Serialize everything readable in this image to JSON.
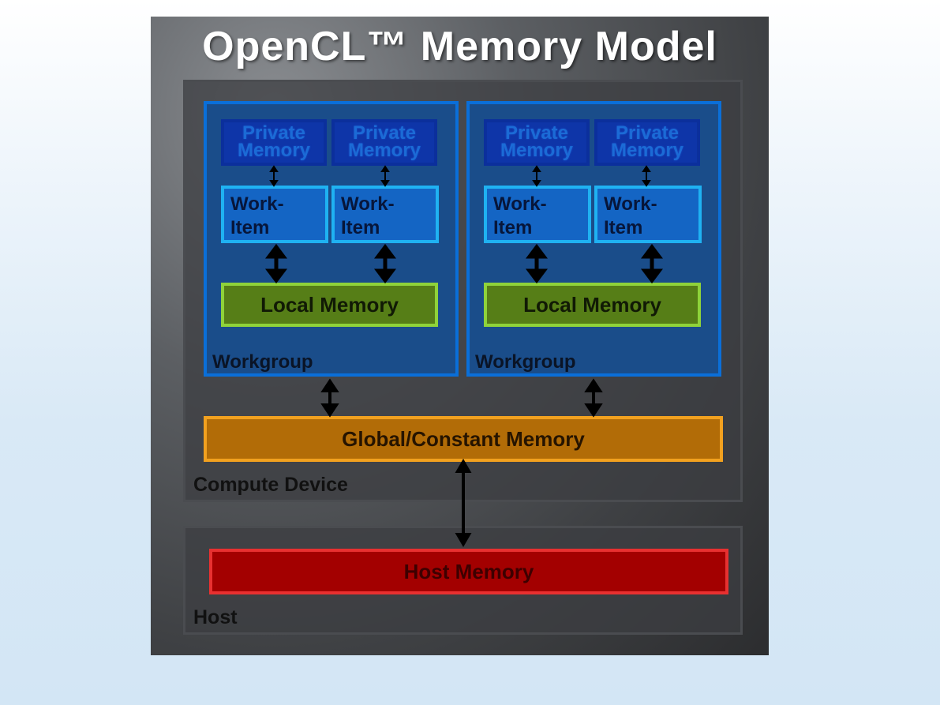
{
  "title": "OpenCL™ Memory Model",
  "compute_device_label": "Compute Device",
  "host_label": "Host",
  "workgroups": [
    {
      "label": "Workgroup",
      "private": [
        [
          "Private",
          "Memory"
        ],
        [
          "Private",
          "Memory"
        ]
      ],
      "work_items": [
        [
          "Work-",
          "Item"
        ],
        [
          "Work-",
          "Item"
        ]
      ],
      "local": "Local Memory"
    },
    {
      "label": "Workgroup",
      "private": [
        [
          "Private",
          "Memory"
        ],
        [
          "Private",
          "Memory"
        ]
      ],
      "work_items": [
        [
          "Work-",
          "Item"
        ],
        [
          "Work-",
          "Item"
        ]
      ],
      "local": "Local Memory"
    }
  ],
  "global_memory": "Global/Constant Memory",
  "host_memory": "Host Memory",
  "colors": {
    "private_fill": "#0e35a8",
    "work_item_fill": "#1465c4",
    "local_fill": "#567e17",
    "global_fill": "#b26c07",
    "host_fill": "#a30000",
    "workgroup_fill": "#1a4d8a"
  }
}
